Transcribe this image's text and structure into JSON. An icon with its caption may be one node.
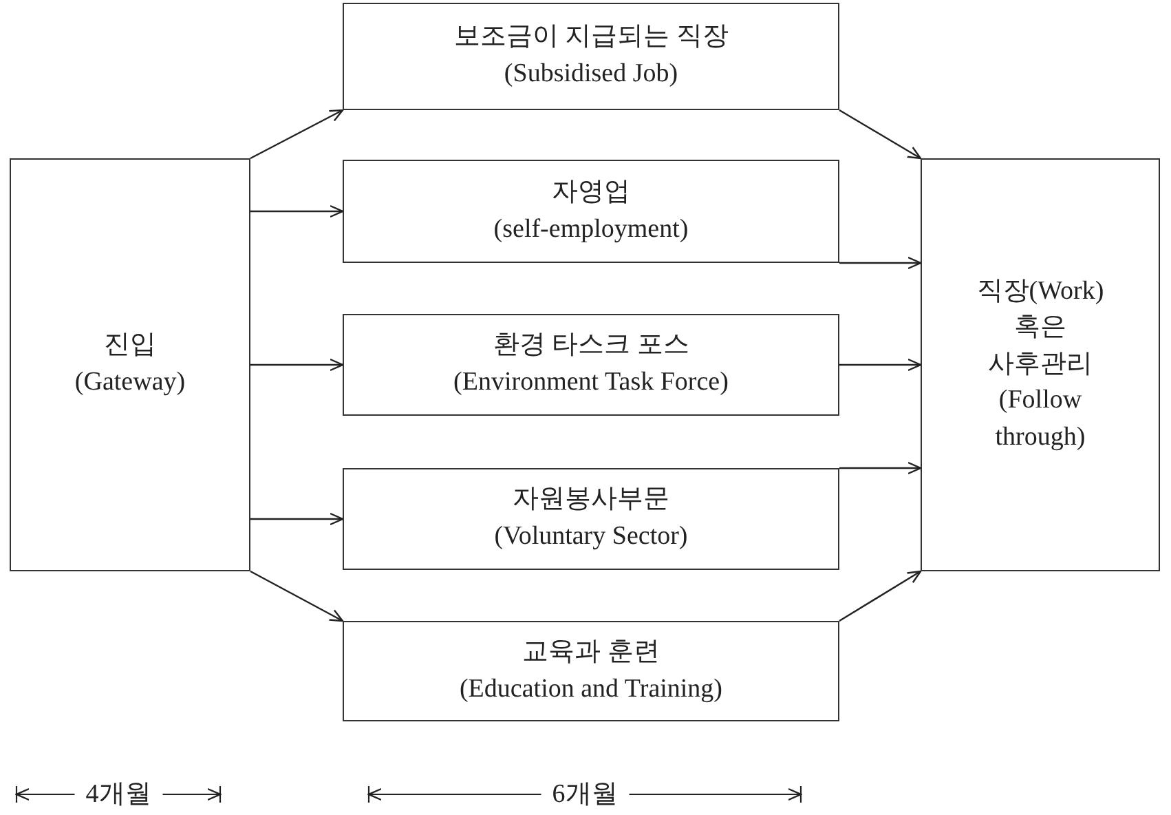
{
  "diagram": {
    "nodes": [
      {
        "text": [
          "진입",
          "(Gateway)"
        ]
      },
      {
        "text": [
          "보조금이 지급되는 직장",
          "(Subsidised Job)"
        ]
      },
      {
        "text": [
          "자영업",
          "(self-employment)"
        ]
      },
      {
        "text": [
          "환경 타스크 포스",
          "(Environment Task Force)"
        ]
      },
      {
        "text": [
          "자원봉사부문",
          "(Voluntary Sector)"
        ]
      },
      {
        "text": [
          "교육과 훈련",
          "(Education and Training)"
        ]
      },
      {
        "text": [
          "직장(Work) 혹은 사후관리",
          "(Follow through)"
        ]
      }
    ],
    "edges": [
      {
        "from": 0,
        "to": 1,
        "arrow": "to"
      },
      {
        "from": 0,
        "to": 2,
        "arrow": "to"
      },
      {
        "from": 0,
        "to": 3,
        "arrow": "to"
      },
      {
        "from": 0,
        "to": 4,
        "arrow": "to"
      },
      {
        "from": 0,
        "to": 5,
        "arrow": "to"
      },
      {
        "from": 1,
        "to": 6,
        "arrow": "to"
      },
      {
        "from": 2,
        "to": 6,
        "arrow": "to"
      },
      {
        "from": 3,
        "to": 6,
        "arrow": "to"
      },
      {
        "from": 4,
        "to": 6,
        "arrow": "to"
      },
      {
        "from": 5,
        "to": 6,
        "arrow": "to"
      }
    ],
    "labels": [
      "4개월",
      "6개월"
    ]
  }
}
